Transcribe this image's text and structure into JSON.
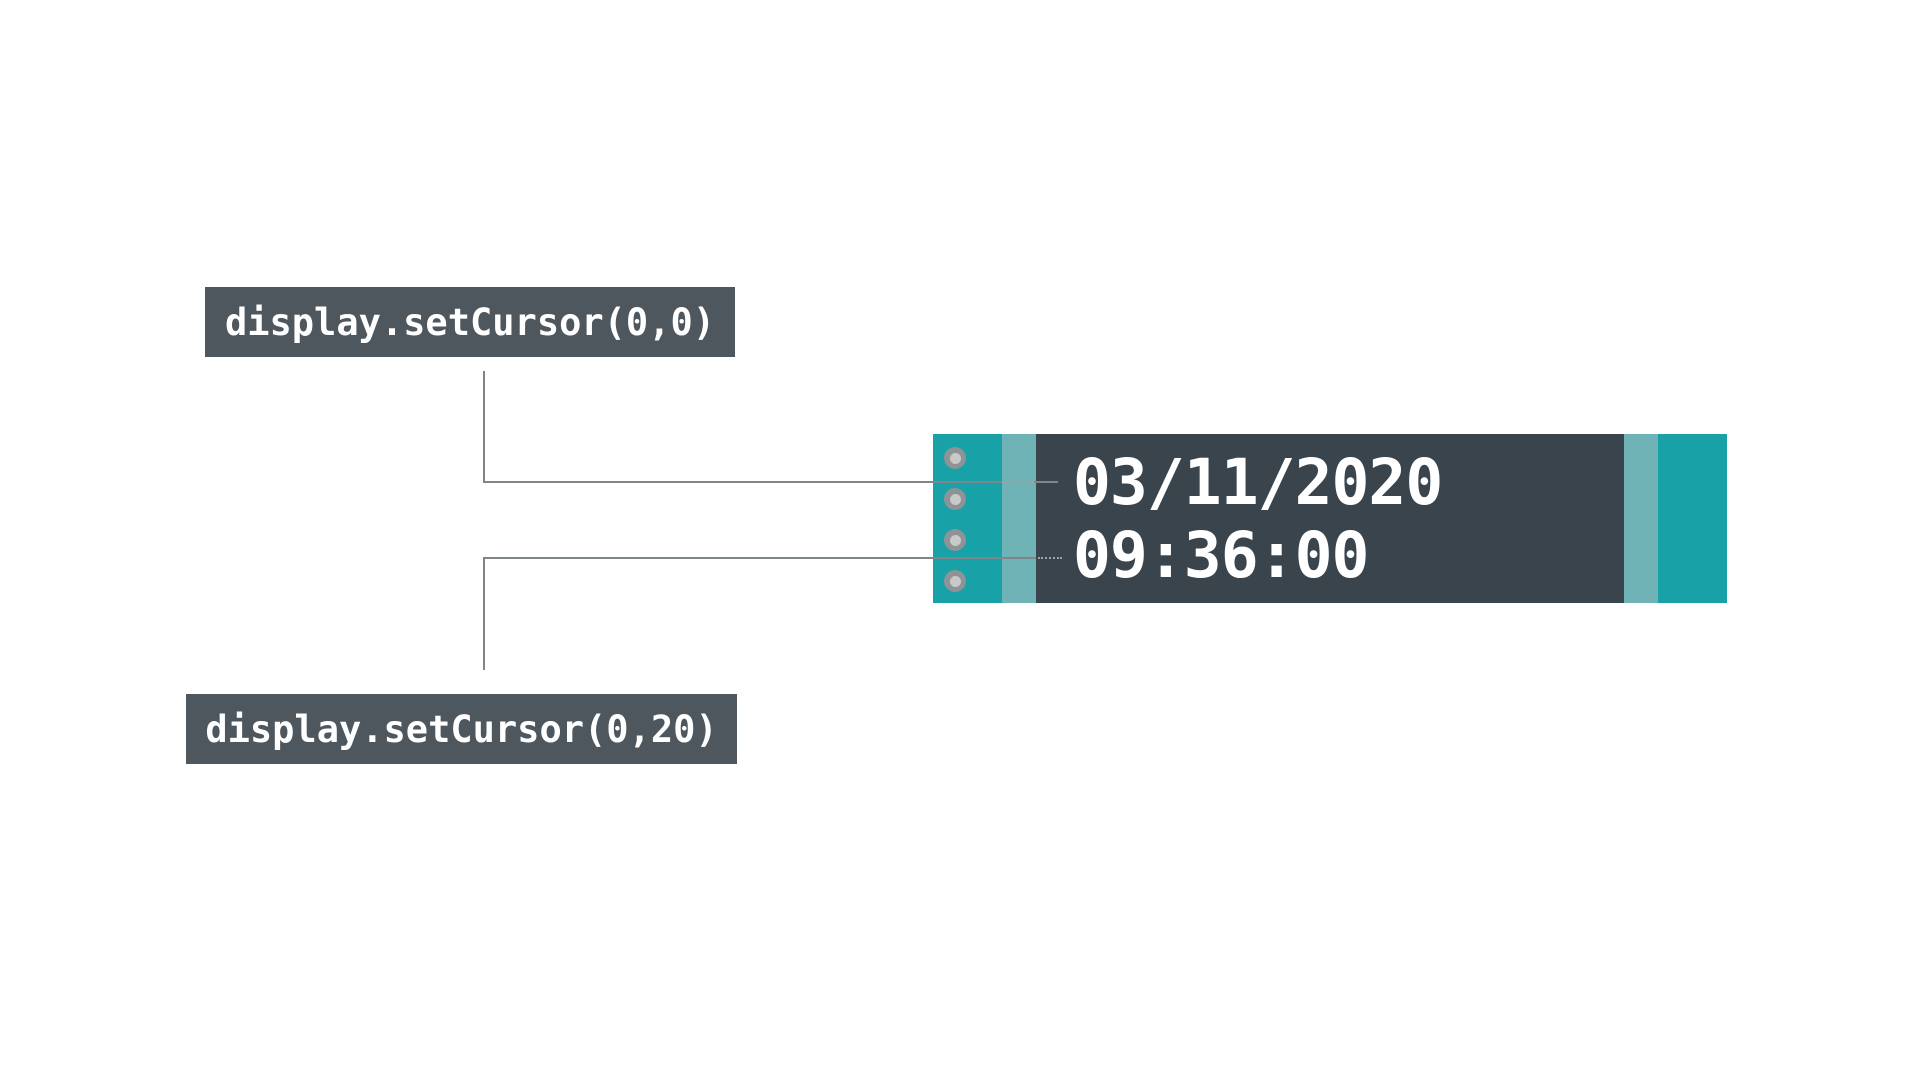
{
  "diagram": {
    "title": "OLED display setCursor positioning diagram",
    "labels": {
      "cursor_top": "display.setCursor(0,0)",
      "cursor_bottom": "display.setCursor(0,20)"
    },
    "display": {
      "line1": "03/11/2020",
      "line2": "09:36:00"
    },
    "colors": {
      "module_teal": "#18A2A7",
      "module_light_teal": "#6FB3B7",
      "screen_dark": "#3A444C",
      "label_background": "#4E575E",
      "connector_line": "#7E8689",
      "pin_outer": "#8E9396",
      "pin_inner": "#C8CACA",
      "text": "#FFFFFF",
      "background": "#FFFFFF"
    }
  }
}
